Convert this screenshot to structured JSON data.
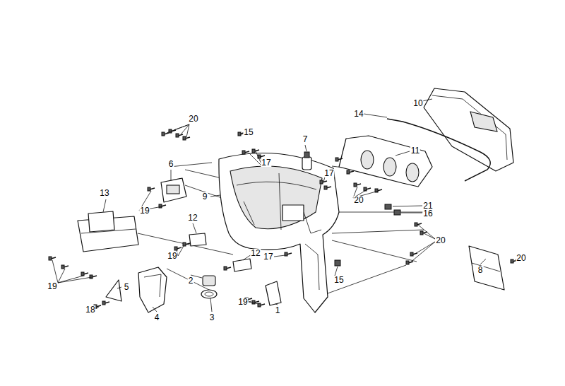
{
  "diagram": {
    "labels": [
      "20",
      "15",
      "14",
      "10",
      "11",
      "17",
      "7",
      "6",
      "9",
      "17",
      "20",
      "21",
      "16",
      "13",
      "19",
      "12",
      "20",
      "12",
      "19",
      "17",
      "20",
      "8",
      "19",
      "5",
      "2",
      "15",
      "19",
      "1",
      "18",
      "4",
      "3"
    ]
  }
}
